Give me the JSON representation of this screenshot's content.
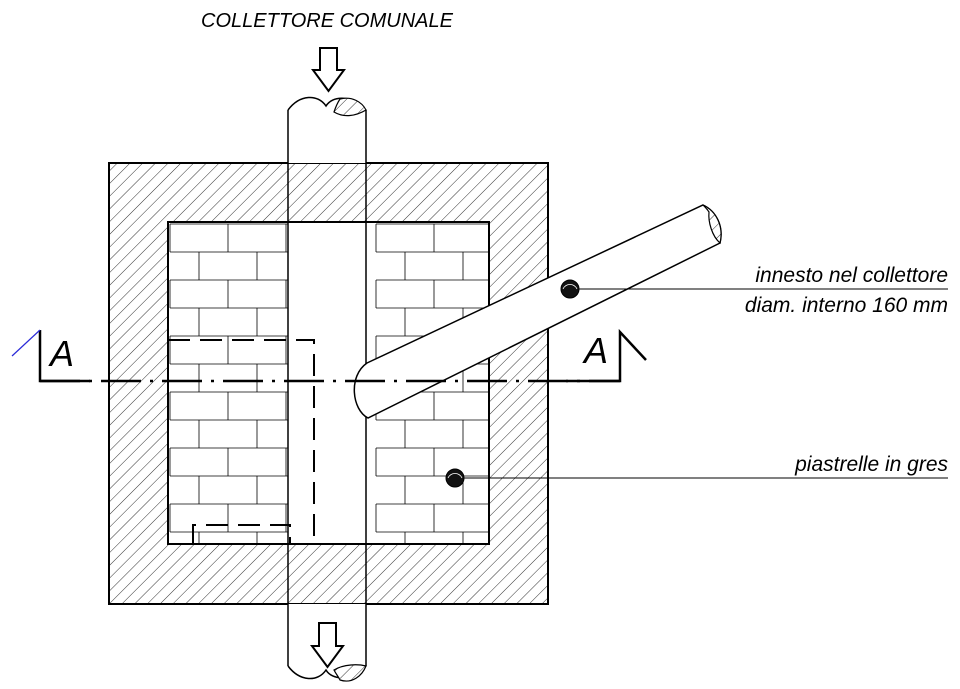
{
  "title": "COLLETTORE COMUNALE",
  "labels": {
    "connection_line1": "innesto nel collettore",
    "connection_line2": "diam. interno 160 mm",
    "tiles": "piastrelle in gres"
  },
  "section": {
    "left": "A",
    "right": "A"
  },
  "colors": {
    "line": "#000000",
    "accent_stroke": "#2a2ad8",
    "background": "#ffffff"
  }
}
